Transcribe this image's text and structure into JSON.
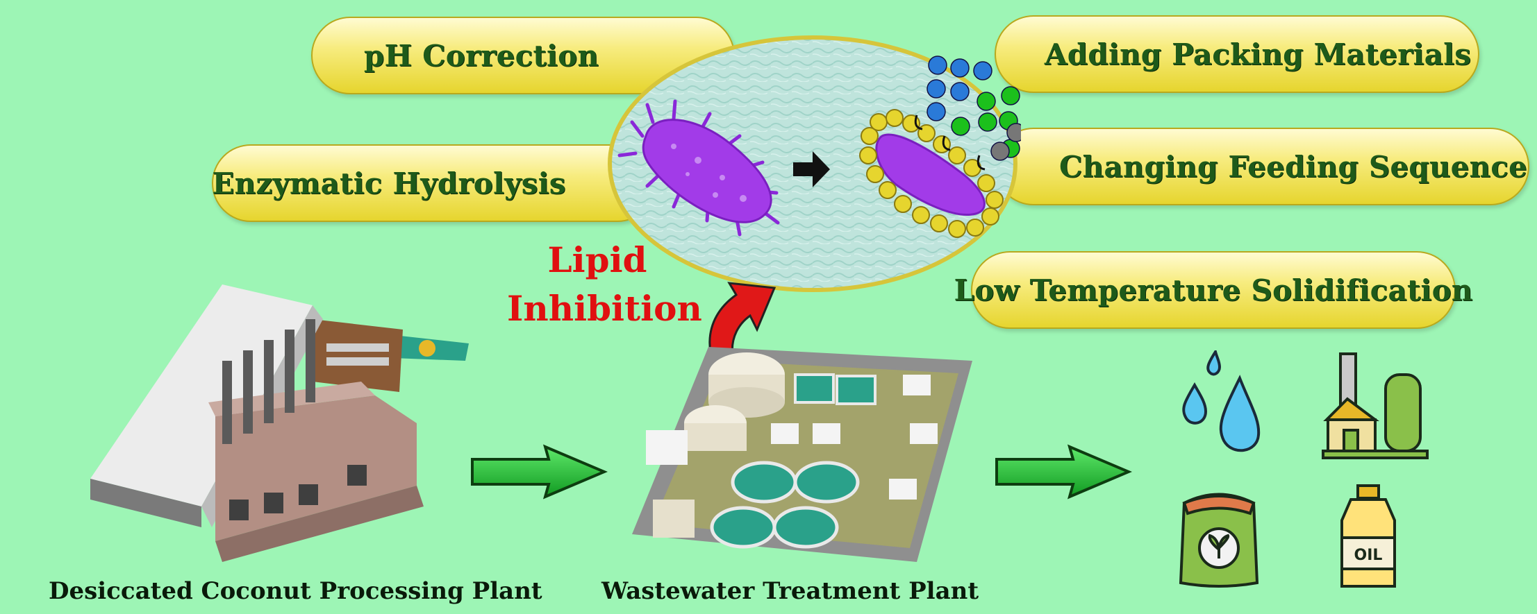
{
  "pills": {
    "ph_correction": "pH Correction",
    "enzymatic_hydrolysis": "Enzymatic Hydrolysis",
    "adding_packing": "Adding Packing Materials",
    "changing_feeding": "Changing Feeding Sequence",
    "low_temperature": "Low Temperature Solidification"
  },
  "inhibition": {
    "line1": "Lipid",
    "line2": "Inhibition"
  },
  "captions": {
    "coconut_plant": "Desiccated Coconut Processing Plant",
    "wastewater_plant": "Wastewater Treatment Plant"
  },
  "products": {
    "oil_label": "OIL"
  },
  "colors": {
    "background": "#9df5b5",
    "pill_fill": "#f7ec7f",
    "pill_text": "#1e5a1a",
    "inhibition_text": "#e01010",
    "arrow_green": "#22c43a",
    "bacteria": "#a23be8"
  }
}
